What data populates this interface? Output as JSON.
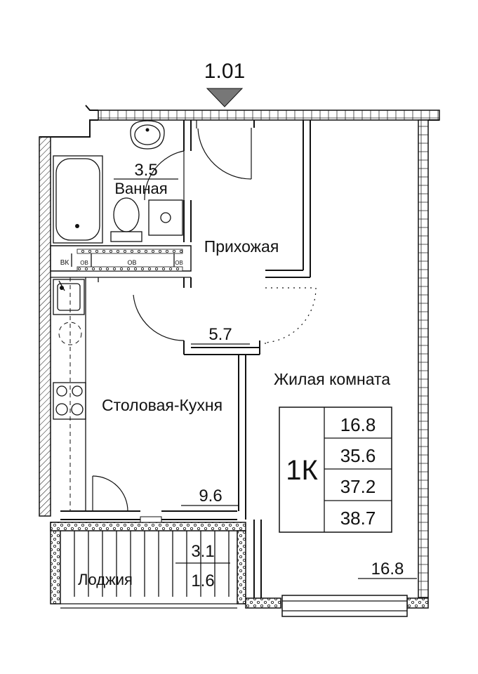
{
  "plan": {
    "apartment_number": "1.01",
    "apartment_type": "1К",
    "areas_summary": [
      "16.8",
      "35.6",
      "37.2",
      "38.7"
    ]
  },
  "rooms": {
    "bathroom": {
      "label": "Ванная",
      "area": "3.5"
    },
    "hallway": {
      "label": "Прихожая",
      "area": "5.7"
    },
    "living_room": {
      "label": "Жилая комната",
      "area": "16.8"
    },
    "kitchen": {
      "label": "Столовая-Кухня",
      "area": "9.6"
    },
    "loggia": {
      "label": "Лоджия",
      "area": "3.1",
      "area_reduced": "1.6"
    }
  },
  "duct_labels": {
    "vk": "ВК",
    "ov1": "ОВ",
    "ov2": "ОВ",
    "ov3": "ОВ"
  }
}
